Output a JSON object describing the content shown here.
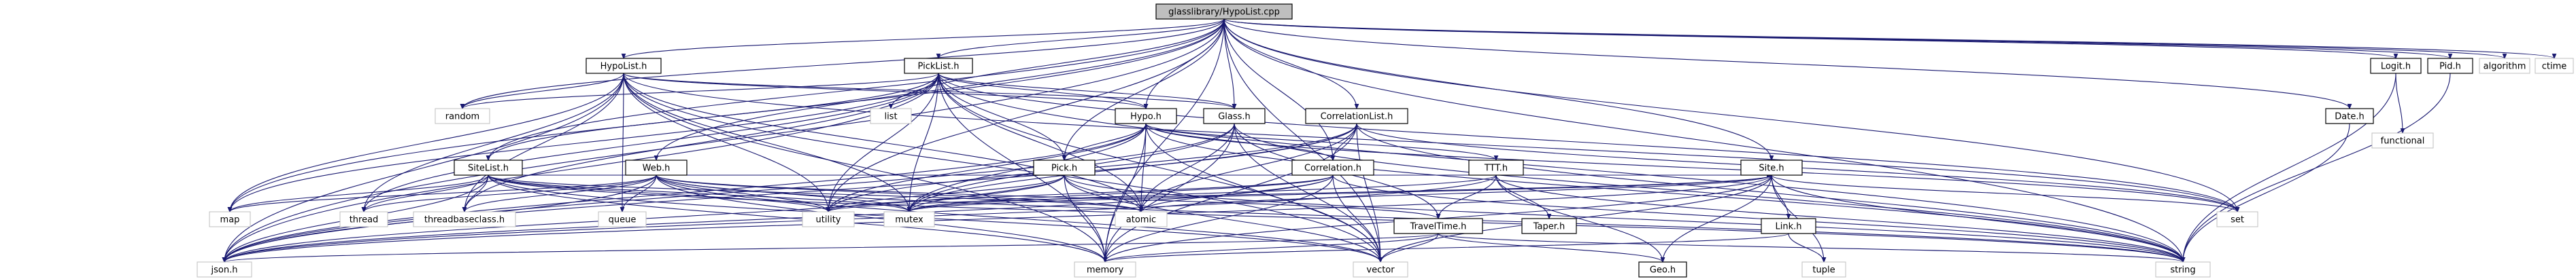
{
  "diagram": {
    "root": "glasslibrary/HypoList.cpp",
    "nodes": {
      "HypoList.cpp": "glasslibrary/HypoList.cpp",
      "HypoList.h": "HypoList.h",
      "PickList.h": "PickList.h",
      "Hypo.h": "Hypo.h",
      "Glass.h": "Glass.h",
      "CorrelationList.h": "CorrelationList.h",
      "SiteList.h": "SiteList.h",
      "Web.h": "Web.h",
      "Pick.h": "Pick.h",
      "Correlation.h": "Correlation.h",
      "TTT.h": "TTT.h",
      "Site.h": "Site.h",
      "TravelTime.h": "TravelTime.h",
      "Taper.h": "Taper.h",
      "Link.h": "Link.h",
      "Geo.h": "Geo.h",
      "Logit.h": "Logit.h",
      "Pid.h": "Pid.h",
      "Date.h": "Date.h",
      "json.h": "json.h",
      "memory": "memory",
      "vector": "vector",
      "string": "string",
      "map": "map",
      "thread": "thread",
      "threadbaseclass.h": "threadbaseclass.h",
      "utility": "utility",
      "mutex": "mutex",
      "atomic": "atomic",
      "queue": "queue",
      "random": "random",
      "list": "list",
      "set": "set",
      "tuple": "tuple",
      "functional": "functional",
      "algorithm": "algorithm",
      "ctime": "ctime"
    },
    "edges": [
      [
        "HypoList.cpp",
        "HypoList.h"
      ],
      [
        "HypoList.cpp",
        "PickList.h"
      ],
      [
        "HypoList.cpp",
        "Hypo.h"
      ],
      [
        "HypoList.cpp",
        "Glass.h"
      ],
      [
        "HypoList.cpp",
        "CorrelationList.h"
      ],
      [
        "HypoList.cpp",
        "SiteList.h"
      ],
      [
        "HypoList.cpp",
        "Web.h"
      ],
      [
        "HypoList.cpp",
        "Pick.h"
      ],
      [
        "HypoList.cpp",
        "Site.h"
      ],
      [
        "HypoList.cpp",
        "Logit.h"
      ],
      [
        "HypoList.cpp",
        "Pid.h"
      ],
      [
        "HypoList.cpp",
        "Date.h"
      ],
      [
        "HypoList.cpp",
        "algorithm"
      ],
      [
        "HypoList.cpp",
        "ctime"
      ],
      [
        "HypoList.cpp",
        "json.h"
      ],
      [
        "HypoList.cpp",
        "map"
      ],
      [
        "HypoList.cpp",
        "memory"
      ],
      [
        "HypoList.cpp",
        "string"
      ],
      [
        "HypoList.cpp",
        "random"
      ],
      [
        "HypoList.cpp",
        "list"
      ],
      [
        "HypoList.cpp",
        "set"
      ],
      [
        "HypoList.cpp",
        "vector"
      ],
      [
        "HypoList.cpp",
        "utility"
      ],
      [
        "HypoList.cpp",
        "Correlation.h"
      ],
      [
        "HypoList.h",
        "json.h"
      ],
      [
        "HypoList.h",
        "Hypo.h"
      ],
      [
        "HypoList.h",
        "Glass.h"
      ],
      [
        "HypoList.h",
        "threadbaseclass.h"
      ],
      [
        "HypoList.h",
        "map"
      ],
      [
        "HypoList.h",
        "memory"
      ],
      [
        "HypoList.h",
        "vector"
      ],
      [
        "HypoList.h",
        "utility"
      ],
      [
        "HypoList.h",
        "queue"
      ],
      [
        "HypoList.h",
        "random"
      ],
      [
        "HypoList.h",
        "mutex"
      ],
      [
        "HypoList.h",
        "thread"
      ],
      [
        "HypoList.h",
        "atomic"
      ],
      [
        "HypoList.h",
        "set"
      ],
      [
        "PickList.h",
        "json.h"
      ],
      [
        "PickList.h",
        "Pick.h"
      ],
      [
        "PickList.h",
        "Hypo.h"
      ],
      [
        "PickList.h",
        "Glass.h"
      ],
      [
        "PickList.h",
        "SiteList.h"
      ],
      [
        "PickList.h",
        "threadbaseclass.h"
      ],
      [
        "PickList.h",
        "map"
      ],
      [
        "PickList.h",
        "memory"
      ],
      [
        "PickList.h",
        "vector"
      ],
      [
        "PickList.h",
        "utility"
      ],
      [
        "PickList.h",
        "mutex"
      ],
      [
        "PickList.h",
        "thread"
      ],
      [
        "PickList.h",
        "atomic"
      ],
      [
        "PickList.h",
        "random"
      ],
      [
        "PickList.h",
        "set"
      ],
      [
        "PickList.h",
        "string"
      ],
      [
        "Hypo.h",
        "json.h"
      ],
      [
        "Hypo.h",
        "TTT.h"
      ],
      [
        "Hypo.h",
        "Pick.h"
      ],
      [
        "Hypo.h",
        "Correlation.h"
      ],
      [
        "Hypo.h",
        "memory"
      ],
      [
        "Hypo.h",
        "vector"
      ],
      [
        "Hypo.h",
        "string"
      ],
      [
        "Hypo.h",
        "mutex"
      ],
      [
        "Hypo.h",
        "atomic"
      ],
      [
        "Hypo.h",
        "set"
      ],
      [
        "Hypo.h",
        "utility"
      ],
      [
        "Glass.h",
        "json.h"
      ],
      [
        "Glass.h",
        "TravelTime.h"
      ],
      [
        "Glass.h",
        "memory"
      ],
      [
        "Glass.h",
        "string"
      ],
      [
        "Glass.h",
        "mutex"
      ],
      [
        "Glass.h",
        "atomic"
      ],
      [
        "Glass.h",
        "vector"
      ],
      [
        "CorrelationList.h",
        "json.h"
      ],
      [
        "CorrelationList.h",
        "Correlation.h"
      ],
      [
        "CorrelationList.h",
        "memory"
      ],
      [
        "CorrelationList.h",
        "vector"
      ],
      [
        "CorrelationList.h",
        "utility"
      ],
      [
        "CorrelationList.h",
        "mutex"
      ],
      [
        "CorrelationList.h",
        "atomic"
      ],
      [
        "CorrelationList.h",
        "string"
      ],
      [
        "CorrelationList.h",
        "set"
      ],
      [
        "SiteList.h",
        "json.h"
      ],
      [
        "SiteList.h",
        "Site.h"
      ],
      [
        "SiteList.h",
        "threadbaseclass.h"
      ],
      [
        "SiteList.h",
        "map"
      ],
      [
        "SiteList.h",
        "memory"
      ],
      [
        "SiteList.h",
        "vector"
      ],
      [
        "SiteList.h",
        "utility"
      ],
      [
        "SiteList.h",
        "mutex"
      ],
      [
        "SiteList.h",
        "thread"
      ],
      [
        "SiteList.h",
        "atomic"
      ],
      [
        "SiteList.h",
        "string"
      ],
      [
        "Web.h",
        "json.h"
      ],
      [
        "Web.h",
        "Site.h"
      ],
      [
        "Web.h",
        "threadbaseclass.h"
      ],
      [
        "Web.h",
        "TravelTime.h"
      ],
      [
        "Web.h",
        "map"
      ],
      [
        "Web.h",
        "queue"
      ],
      [
        "Web.h",
        "memory"
      ],
      [
        "Web.h",
        "vector"
      ],
      [
        "Web.h",
        "utility"
      ],
      [
        "Web.h",
        "mutex"
      ],
      [
        "Web.h",
        "thread"
      ],
      [
        "Web.h",
        "atomic"
      ],
      [
        "Web.h",
        "string"
      ],
      [
        "Pick.h",
        "json.h"
      ],
      [
        "Pick.h",
        "memory"
      ],
      [
        "Pick.h",
        "vector"
      ],
      [
        "Pick.h",
        "string"
      ],
      [
        "Pick.h",
        "mutex"
      ],
      [
        "Pick.h",
        "atomic"
      ],
      [
        "Pick.h",
        "utility"
      ],
      [
        "Correlation.h",
        "json.h"
      ],
      [
        "Correlation.h",
        "memory"
      ],
      [
        "Correlation.h",
        "vector"
      ],
      [
        "Correlation.h",
        "string"
      ],
      [
        "Correlation.h",
        "mutex"
      ],
      [
        "Correlation.h",
        "atomic"
      ],
      [
        "Correlation.h",
        "utility"
      ],
      [
        "TTT.h",
        "TravelTime.h"
      ],
      [
        "TTT.h",
        "Taper.h"
      ],
      [
        "TTT.h",
        "Geo.h"
      ],
      [
        "TTT.h",
        "json.h"
      ],
      [
        "TTT.h",
        "string"
      ],
      [
        "TTT.h",
        "mutex"
      ],
      [
        "Site.h",
        "json.h"
      ],
      [
        "Site.h",
        "Geo.h"
      ],
      [
        "Site.h",
        "Link.h"
      ],
      [
        "Site.h",
        "memory"
      ],
      [
        "Site.h",
        "vector"
      ],
      [
        "Site.h",
        "string"
      ],
      [
        "Site.h",
        "mutex"
      ],
      [
        "Site.h",
        "atomic"
      ],
      [
        "Site.h",
        "utility"
      ],
      [
        "Site.h",
        "tuple"
      ],
      [
        "Site.h",
        "set"
      ],
      [
        "TravelTime.h",
        "json.h"
      ],
      [
        "TravelTime.h",
        "Geo.h"
      ],
      [
        "TravelTime.h",
        "memory"
      ],
      [
        "TravelTime.h",
        "vector"
      ],
      [
        "TravelTime.h",
        "string"
      ],
      [
        "Link.h",
        "memory"
      ],
      [
        "Link.h",
        "tuple"
      ],
      [
        "Logit.h",
        "functional"
      ],
      [
        "Logit.h",
        "string"
      ],
      [
        "Pid.h",
        "string"
      ],
      [
        "Date.h",
        "string"
      ]
    ]
  }
}
